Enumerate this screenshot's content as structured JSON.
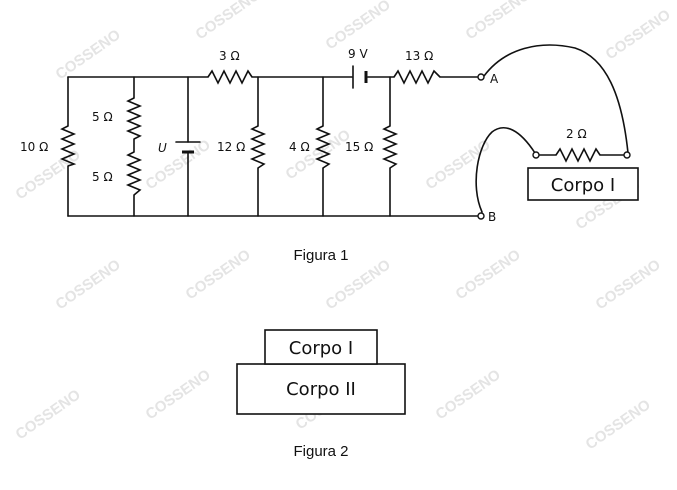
{
  "figure1": {
    "caption": "Figura 1",
    "resistors": {
      "r10": "10 Ω",
      "r5_top": "5 Ω",
      "r5_bottom": "5 Ω",
      "r3": "3 Ω",
      "r12": "12 Ω",
      "r4": "4 Ω",
      "r15": "15 Ω",
      "r13": "13 Ω",
      "r2": "2 Ω"
    },
    "sources": {
      "battery_9v": "9 V",
      "battery_u": "U"
    },
    "terminals": {
      "a": "A",
      "b": "B"
    },
    "body_box": "Corpo I"
  },
  "figure2": {
    "caption": "Figura 2",
    "top_box": "Corpo I",
    "bottom_box": "Corpo II"
  },
  "watermark": "COSSENO"
}
